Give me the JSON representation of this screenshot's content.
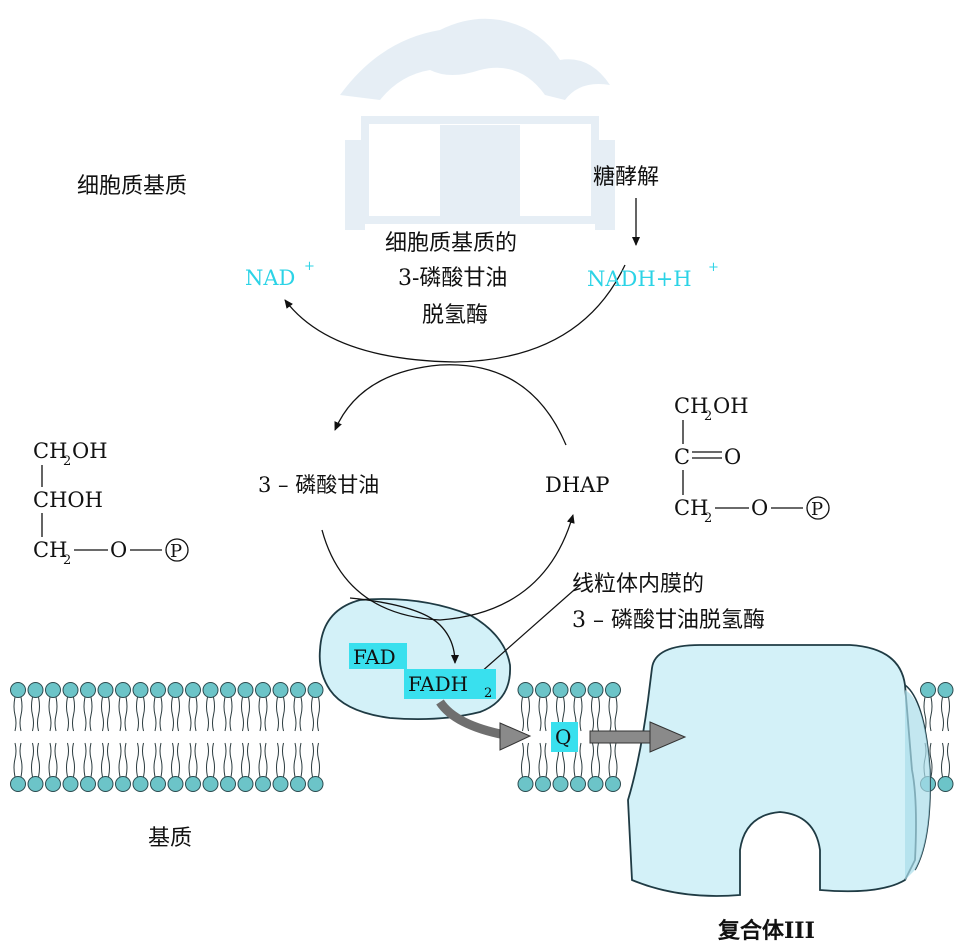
{
  "labels": {
    "cytosol": "细胞质基质",
    "glycolysis": "糖酵解",
    "cyto_enzyme_line1": "细胞质基质的",
    "cyto_enzyme_line2": "3-磷酸甘油",
    "cyto_enzyme_line3": "脱氢酶",
    "nad": "NAD",
    "nad_sup": "+",
    "nadh": "NADH+H",
    "nadh_sup": "+",
    "g3p_name": "3 – 磷酸甘油",
    "dhap_name": "DHAP",
    "mito_enzyme_line1": "线粒体内膜的",
    "mito_enzyme_line2": "3 – 磷酸甘油脱氢酶",
    "fad": "FAD",
    "fadh2": "FADH",
    "fadh2_sub": "2",
    "q": "Q",
    "matrix": "基质",
    "complex": "复合体III"
  },
  "g3p_structure": {
    "row1_prefix": "CH",
    "row1_sub": "2",
    "row1_suffix": "OH",
    "row2": "CHOH",
    "row3_prefix": "CH",
    "row3_sub": "2",
    "row3_o": "O",
    "phosphate": "P"
  },
  "dhap_structure": {
    "row1_prefix": "CH",
    "row1_sub": "2",
    "row1_suffix": "OH",
    "row2_c": "C",
    "row2_o": "O",
    "row3_prefix": "CH",
    "row3_sub": "2",
    "row3_o": "O",
    "phosphate": "P"
  },
  "colors": {
    "cyan_text": "#2cd3e6",
    "protein_fill": "#d3f1f8",
    "protein_edge": "#1f3b44",
    "lipid_head": "#6cc4c8",
    "label_bg": "#39e0ee",
    "arrow_gray": "#8a8a8a"
  }
}
